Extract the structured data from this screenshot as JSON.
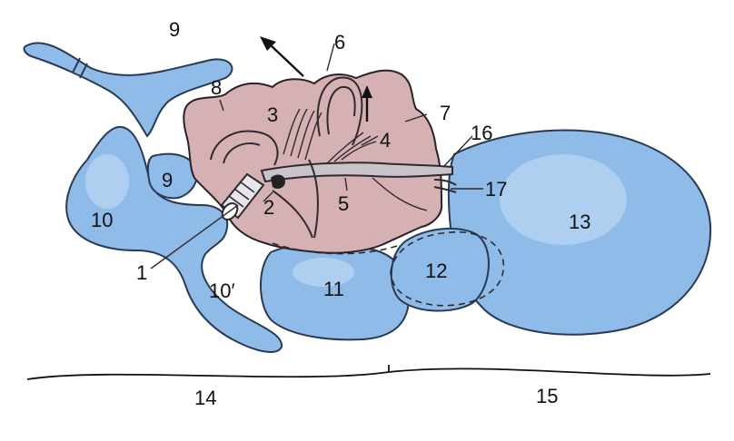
{
  "labels": {
    "l1": "1",
    "l2": "2",
    "l3": "3",
    "l4": "4",
    "l5": "5",
    "l6": "6",
    "l7": "7",
    "l8": "8",
    "l9_top": "9",
    "l9": "9",
    "l10": "10",
    "l10p": "10′",
    "l11": "11",
    "l12": "12",
    "l13": "13",
    "l14": "14",
    "l15": "15",
    "l16": "16",
    "l17": "17"
  },
  "colors": {
    "ventricle_blue": "#8fbbe8",
    "tissue_pink": "#d6b1b4",
    "outline": "#2a3a55"
  }
}
